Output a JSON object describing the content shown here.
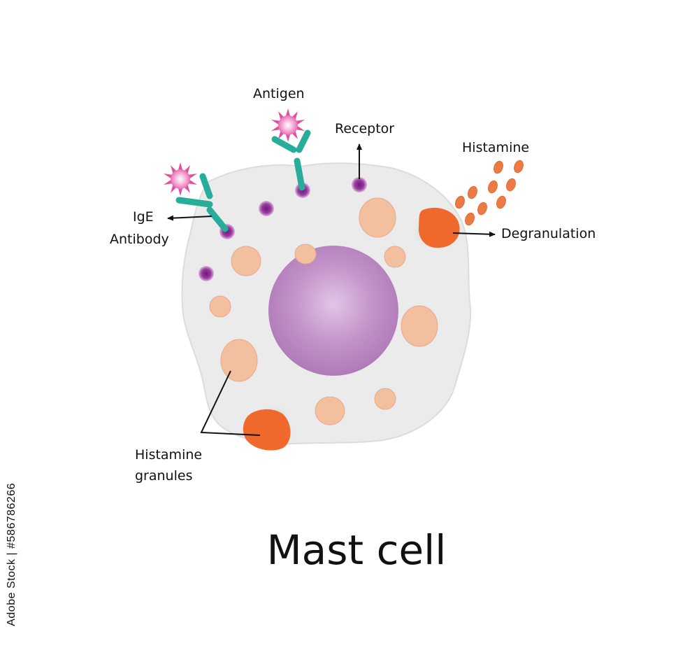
{
  "diagram": {
    "title": "Mast cell",
    "labels": {
      "antigen": "Antigen",
      "receptor": "Receptor",
      "histamine": "Histamine",
      "ige_line1": "IgE",
      "ige_line2": "Antibody",
      "degranulation": "Degranulation",
      "granules_line1": "Histamine",
      "granules_line2": "granules"
    },
    "stock_id": "Adobe Stock | #586786266"
  },
  "colors": {
    "cytoplasm": "#ebebeb",
    "nucleus": "#b782c0",
    "granule": "#f2bf9f",
    "degranulating_granule": "#f0682c",
    "histamine_dot": "#ec7a45",
    "antibody": "#28ad9a",
    "receptor": "#8c2a8c",
    "antigen": "#f3a6d4"
  }
}
